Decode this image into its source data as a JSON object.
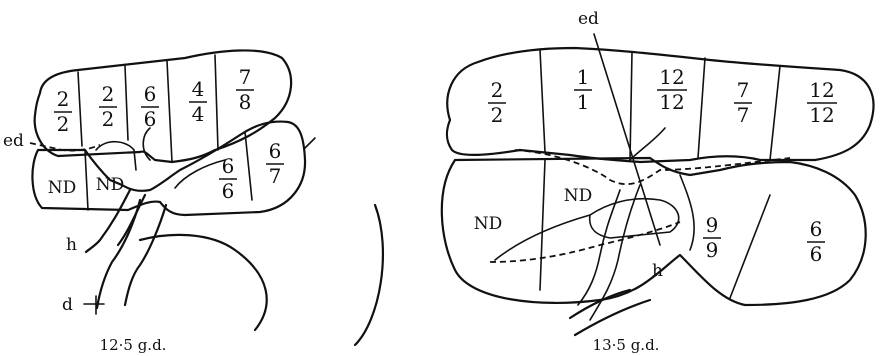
{
  "left": {
    "caption": "12·5 g.d.",
    "labels": {
      "ed": "ed",
      "h": "h",
      "d": "d"
    },
    "fractions": [
      {
        "num": "2",
        "den": "2"
      },
      {
        "num": "2",
        "den": "2"
      },
      {
        "num": "6",
        "den": "6"
      },
      {
        "num": "4",
        "den": "4"
      },
      {
        "num": "7",
        "den": "8"
      },
      {
        "num": "6",
        "den": "6"
      },
      {
        "num": "6",
        "den": "7"
      }
    ],
    "nd": [
      "ND",
      "ND"
    ]
  },
  "right": {
    "caption": "13·5 g.d.",
    "labels": {
      "ed": "ed",
      "h": "h"
    },
    "fractions": [
      {
        "num": "2",
        "den": "2"
      },
      {
        "num": "1",
        "den": "1"
      },
      {
        "num": "12",
        "den": "12"
      },
      {
        "num": "7",
        "den": "7"
      },
      {
        "num": "12",
        "den": "12"
      },
      {
        "num": "9",
        "den": "9"
      },
      {
        "num": "6",
        "den": "6"
      }
    ],
    "nd": [
      "ND",
      "ND"
    ]
  }
}
